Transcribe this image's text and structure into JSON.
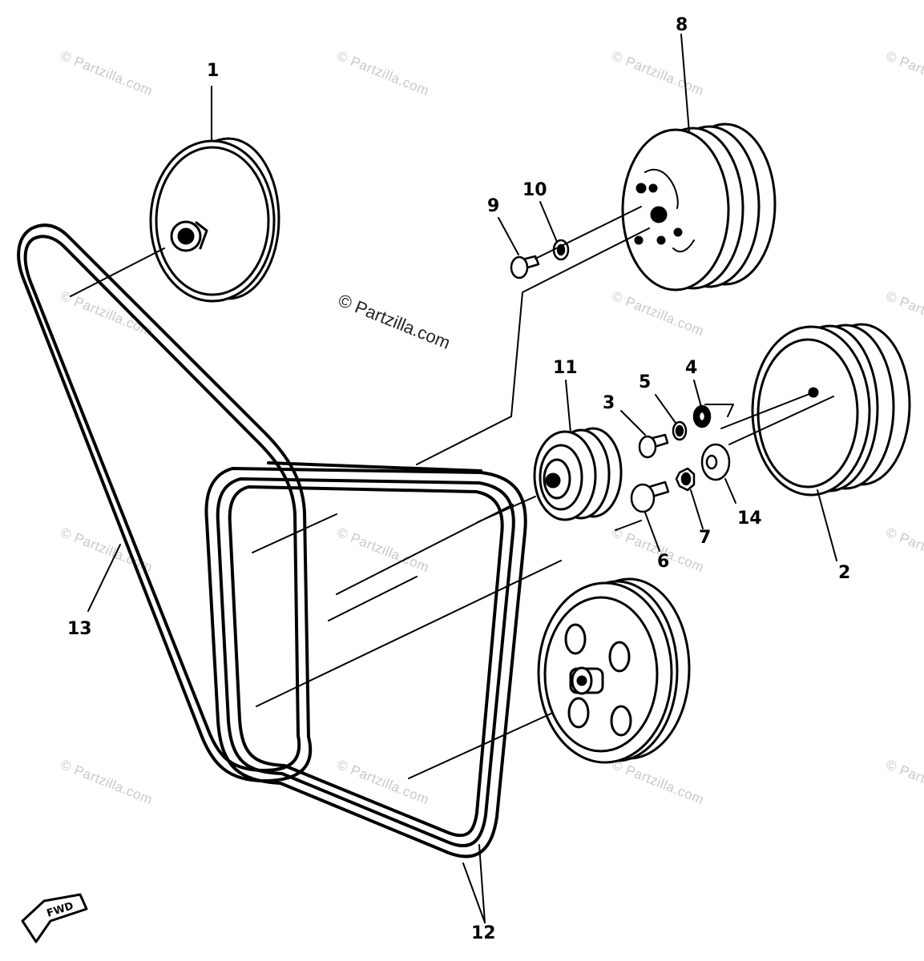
{
  "watermark_text": "© Partzilla.com",
  "copyright_text": "© Partzilla.com",
  "direction_label": "FWD",
  "callouts": {
    "c1": "1",
    "c2": "2",
    "c3": "3",
    "c4": "4",
    "c5": "5",
    "c6": "6",
    "c7": "7",
    "c8": "8",
    "c9": "9",
    "c10": "10",
    "c11": "11",
    "c12": "12",
    "c13": "13",
    "c14": "14"
  },
  "colors": {
    "line": "#000000",
    "watermark": "#c9c9c9",
    "background": "#ffffff"
  },
  "icons": {
    "direction": "fwd-arrow-icon"
  }
}
